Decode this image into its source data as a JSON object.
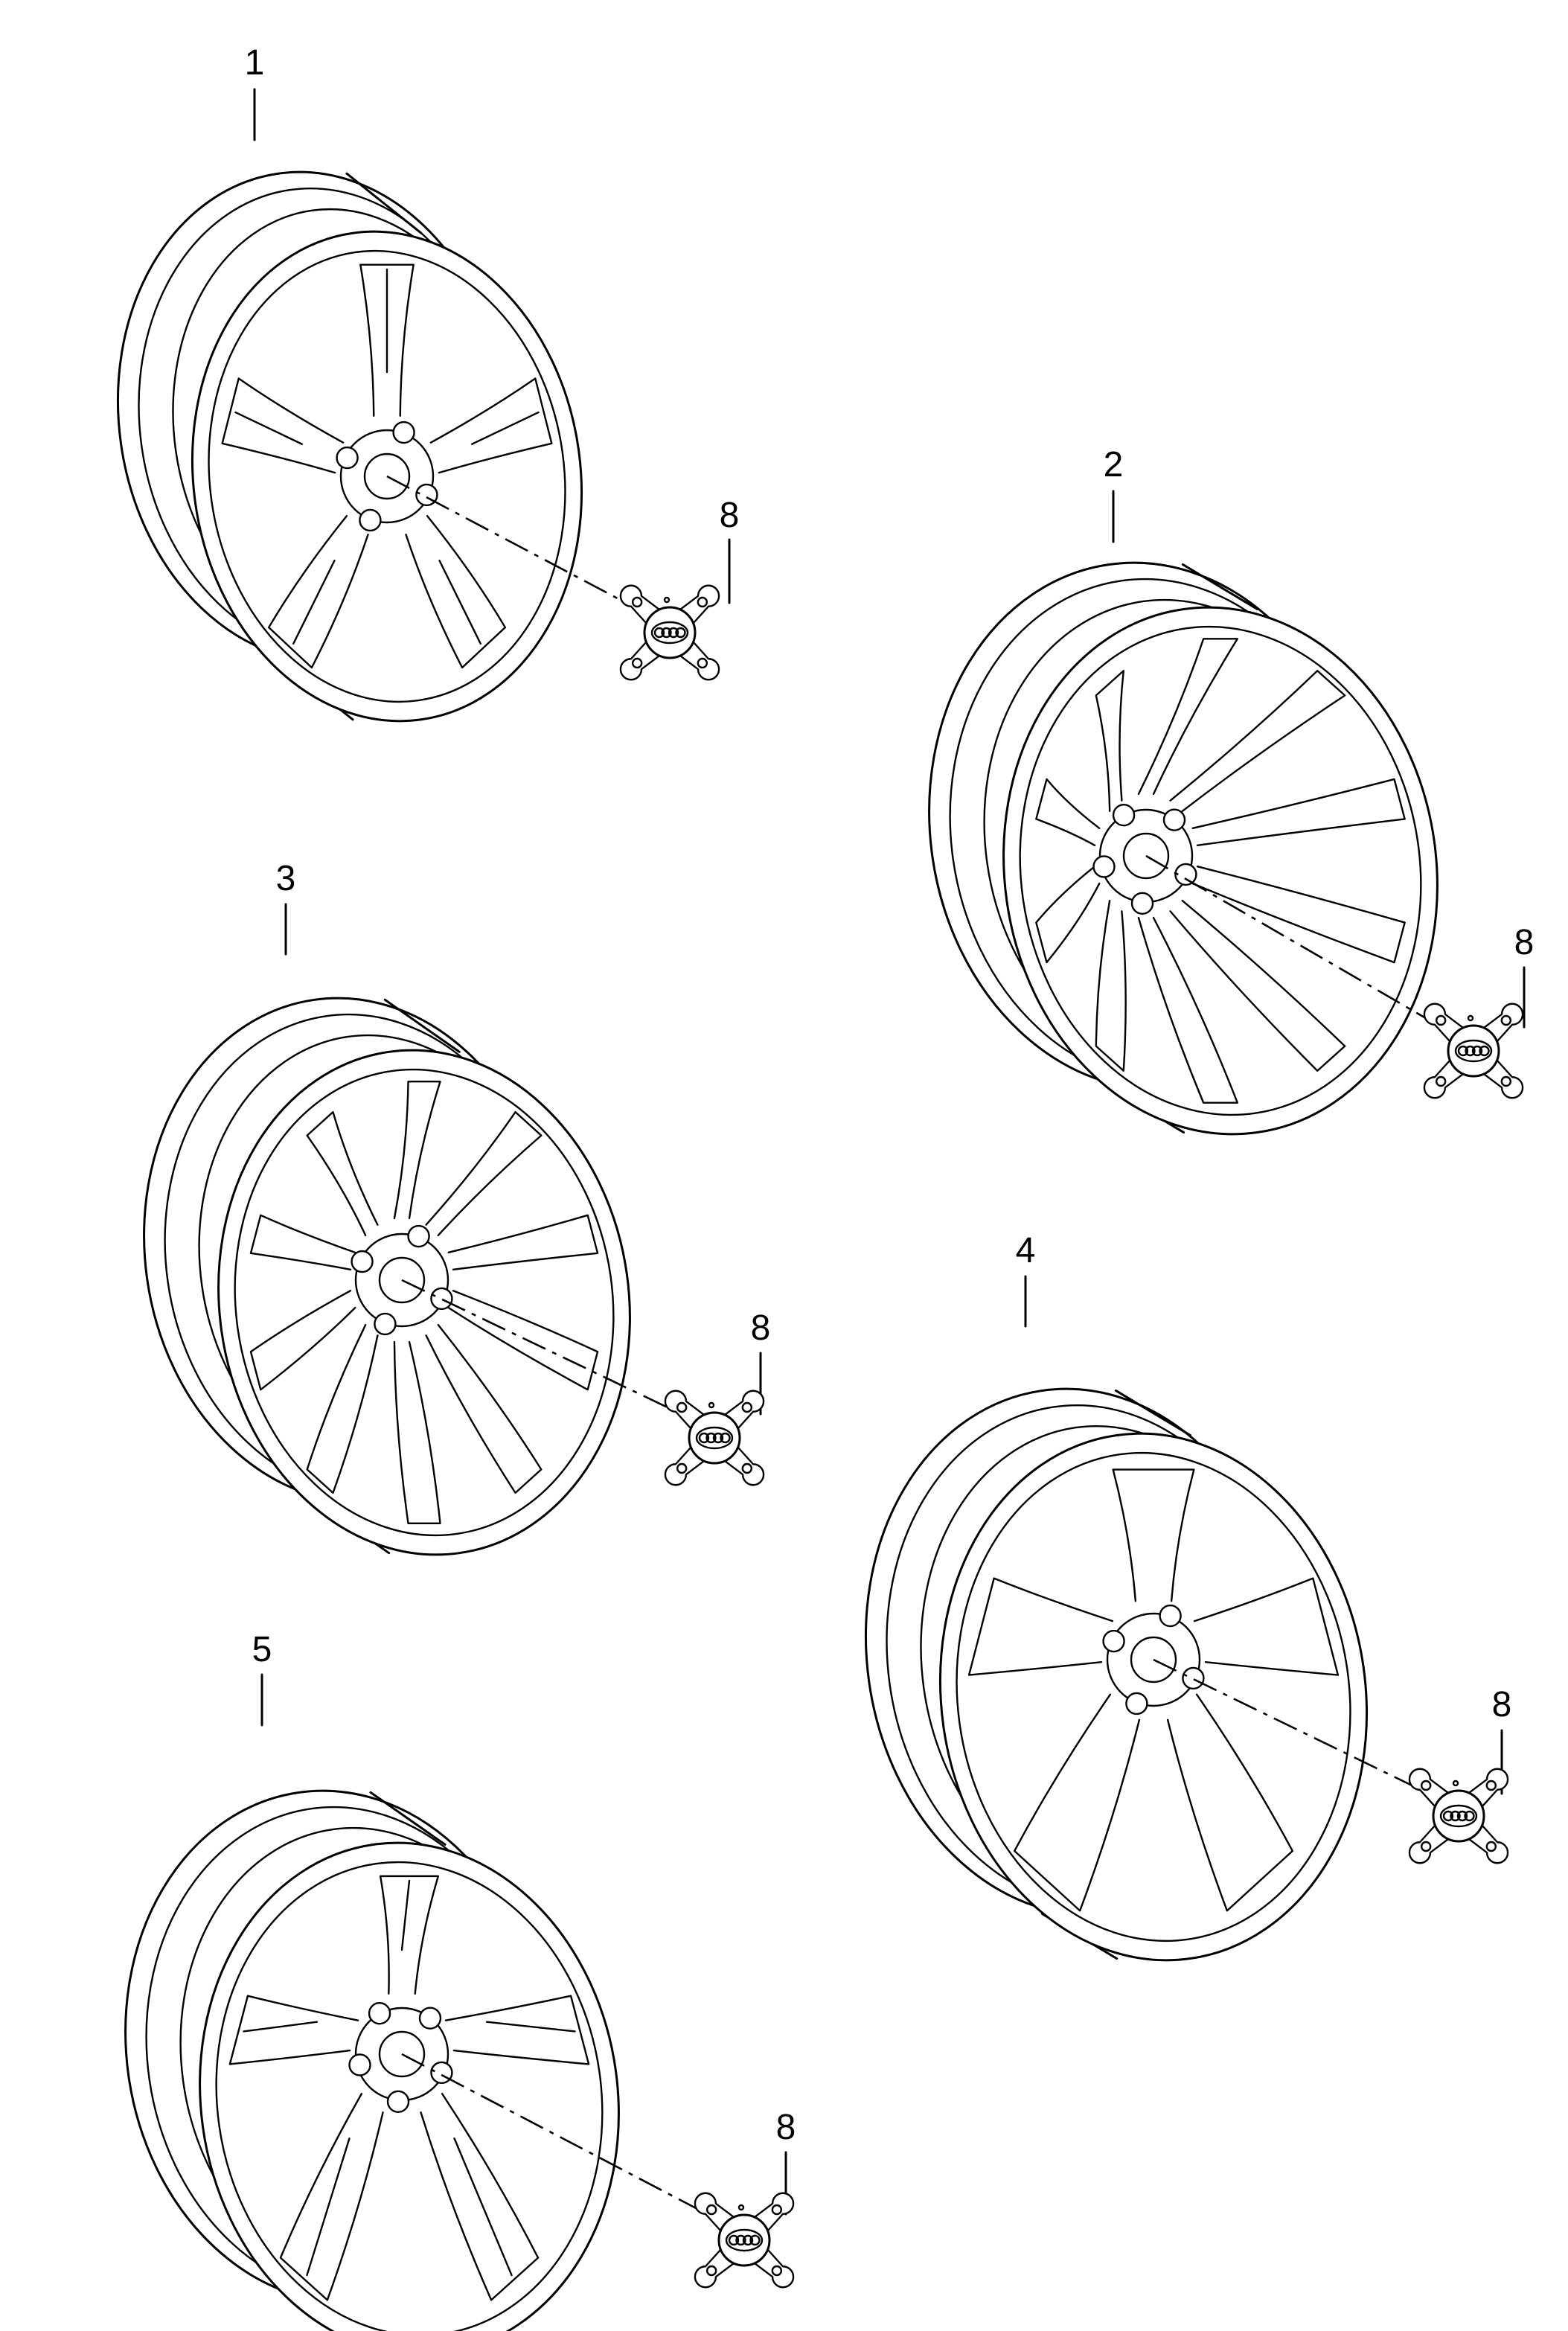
{
  "diagram": {
    "wheels": [
      {
        "callout": "1",
        "spokes": 5,
        "style": "twin-spoke"
      },
      {
        "callout": "2",
        "spokes": 10,
        "style": "ten-spoke"
      },
      {
        "callout": "3",
        "spokes": 10,
        "style": "ten-spoke"
      },
      {
        "callout": "4",
        "spokes": 5,
        "style": "five-arm"
      },
      {
        "callout": "5",
        "spokes": 5,
        "style": "five-split-spoke"
      }
    ],
    "hub_cap_callout": "8"
  }
}
